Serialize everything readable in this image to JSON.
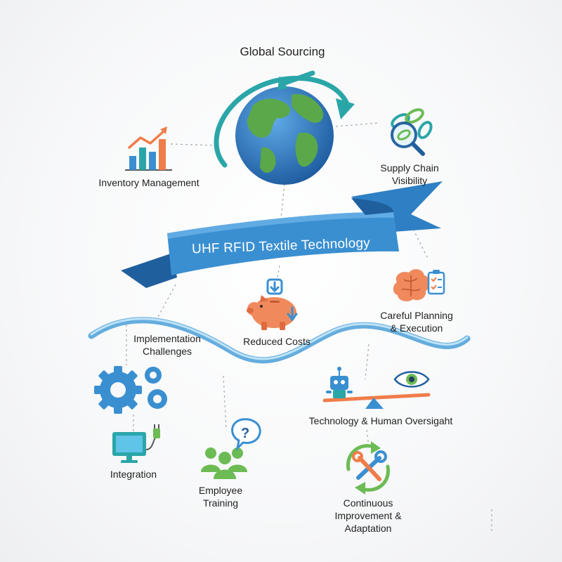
{
  "title": "Global Sourcing",
  "banner": "UHF RFID Textile Technology",
  "nodes": {
    "inventory": "Inventory Management",
    "supply_chain": "Supply Chain\nVisibility",
    "planning": "Careful Planning\n& Execution",
    "reduced_costs": "Reduced Costs",
    "challenges": "Implementation\nChallenges",
    "tech_human": "Technology & Human Oversigaht",
    "integration": "Integration",
    "training": "Employee\nTraining",
    "improvement": "Continuous\nImprovement &\nAdaptation"
  },
  "colors": {
    "blue": "#3a8fd1",
    "dark_blue": "#1f5f9e",
    "teal": "#2aa6a8",
    "orange": "#ef7d4a",
    "green": "#6dbb55",
    "connector": "#a8a8a8"
  },
  "icons": [
    "globe-icon",
    "bar-chart-icon",
    "magnifier-chain-icon",
    "brain-checklist-icon",
    "piggy-bank-icon",
    "gears-icon",
    "monitor-plug-icon",
    "people-question-icon",
    "robot-eye-seesaw-icon",
    "wrench-cycle-icon"
  ]
}
